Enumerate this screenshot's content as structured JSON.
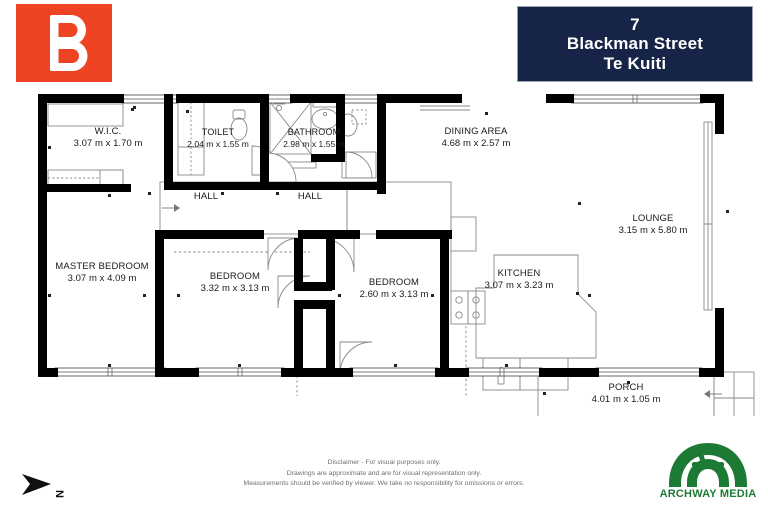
{
  "brand": {
    "logo_letter": "B",
    "logo_bg_color": "#ee4424"
  },
  "title_banner": {
    "number": "7",
    "street": "Blackman Street",
    "town": "Te Kuiti",
    "bg_color": "#152447",
    "text_color": "#ffffff"
  },
  "floorplan": {
    "wall_color": "#000000",
    "line_color": "#8a8a8a",
    "rooms": [
      {
        "name": "W.I.C.",
        "dims": "3.07 m x 1.70 m"
      },
      {
        "name": "TOILET",
        "dims": "2.04 m x 1.55 m"
      },
      {
        "name": "BATHROOM",
        "dims": "2.98 m x 1.55 m"
      },
      {
        "name": "DINING AREA",
        "dims": "4.68 m x 2.57 m"
      },
      {
        "name": "LOUNGE",
        "dims": "3.15 m x 5.80 m"
      },
      {
        "name": "HALL",
        "dims": ""
      },
      {
        "name": "HALL",
        "dims": ""
      },
      {
        "name": "MASTER BEDROOM",
        "dims": "3.07 m x 4.09 m"
      },
      {
        "name": "BEDROOM",
        "dims": "3.32 m x 3.13 m"
      },
      {
        "name": "BEDROOM",
        "dims": "2.60 m x 3.13 m"
      },
      {
        "name": "KITCHEN",
        "dims": "3.07 m x 3.23 m"
      },
      {
        "name": "PORCH",
        "dims": "4.01 m x 1.05 m"
      }
    ]
  },
  "disclaimer": {
    "line1": "Disclaimer - For visual purposes only.",
    "line2": "Drawings are approximate and are for visual representation only.",
    "line3": "Measurements should be verified by viewer. We take no responsibility for omissions or errors."
  },
  "north_arrow": {
    "label": "N"
  },
  "archway_logo": {
    "text": "ARCHWAY MEDIA",
    "color": "#1d7a34"
  }
}
